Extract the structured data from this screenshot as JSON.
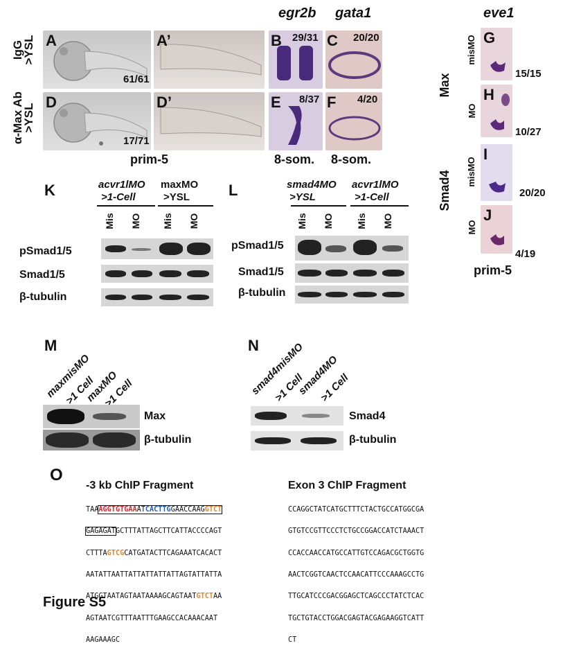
{
  "panels": {
    "A": {
      "label": "A",
      "ratio": "61/61"
    },
    "A2": {
      "label": "A’"
    },
    "B": {
      "label": "B",
      "ratio": "29/31"
    },
    "C": {
      "label": "C",
      "ratio": "20/20"
    },
    "D": {
      "label": "D",
      "ratio": "17/71"
    },
    "D2": {
      "label": "D’"
    },
    "E": {
      "label": "E",
      "ratio": "8/37"
    },
    "F": {
      "label": "F",
      "ratio": "4/20"
    },
    "G": {
      "label": "G",
      "ratio": "15/15"
    },
    "H": {
      "label": "H",
      "ratio": "10/27"
    },
    "I": {
      "label": "I",
      "ratio": "20/20"
    },
    "J": {
      "label": "J",
      "ratio": "4/19"
    }
  },
  "row_labels": {
    "igg": "IgG",
    "ysl1": ">YSL",
    "amax": "α-Max Ab",
    "ysl2": ">YSL",
    "max": "Max",
    "smad4": "Smad4",
    "mismo_g": "misMO",
    "mo_h": "MO",
    "mismo_i": "misMO",
    "mo_j": "MO"
  },
  "col_labels": {
    "egr2b": "egr2b",
    "gata1": "gata1",
    "eve1": "eve1"
  },
  "stages": {
    "prim5_left": "prim-5",
    "som_b": "8-som.",
    "som_c": "8-som.",
    "prim5_right": "prim-5"
  },
  "blot_K": {
    "label": "K",
    "group1_line1": "acvr1lMO",
    "group1_line2": ">1-Cell",
    "group2_line1": "maxMO",
    "group2_line2": ">YSL",
    "lanes": [
      "Mis",
      "MO",
      "Mis",
      "MO"
    ],
    "rows": [
      "pSmad1/5",
      "Smad1/5",
      "β-tubulin"
    ]
  },
  "blot_L": {
    "label": "L",
    "group1_line1": "smad4MO",
    "group1_line2": ">YSL",
    "group2_line1": "acvr1lMO",
    "group2_line2": ">1-Cell",
    "lanes": [
      "Mis",
      "MO",
      "Mis",
      "MO"
    ],
    "rows": [
      "pSmad1/5",
      "Smad1/5",
      "β-tubulin"
    ]
  },
  "blot_M": {
    "label": "M",
    "lane1_line1": "maxmisMO",
    "lane1_line2": ">1 Cell",
    "lane2_line1": "maxMO",
    "lane2_line2": ">1 Cell",
    "rows": [
      "Max",
      "β-tubulin"
    ]
  },
  "blot_N": {
    "label": "N",
    "lane1_line1": "smad4misMO",
    "lane1_line2": ">1 Cell",
    "lane2_line1": "smad4MO",
    "lane2_line2": ">1 Cell",
    "rows": [
      "Smad4",
      "β-tubulin"
    ]
  },
  "panel_O": {
    "label": "O",
    "left_title": "-3 kb ChIP Fragment",
    "right_title": "Exon 3 ChIP Fragment",
    "left_seq": {
      "l1_a": "TAA",
      "l1_b": "AGGTGTGAA",
      "l1_c": "AT",
      "l1_d": "CACTTG",
      "l1_e": "GAACCAAG",
      "l1_f": "GTCT",
      "l2_a": "GAGAGAT",
      "l2_b": "GCTTTATTAGCTTCATTACCCCAGT",
      "l3_a": "CTTTA",
      "l3_b": "GTCG",
      "l3_c": "CATGATACTTCAGAAATCACACT",
      "l4": "AATATTAATTATTATTATTATTAGTATTATTA",
      "l5_a": "ATGGTAATAGTAATAAAAGCAGTAAT",
      "l5_b": "GTCT",
      "l5_c": "AA",
      "l6": "AGTAATCGTTTAATTTGAAGCCACAAACAAT",
      "l7": "AAGAAAGC"
    },
    "right_seq": [
      "CCAGGCTATCATGCTTTCTACTGCCATGGCGA",
      "GTGTCCGTTCCCTCTGCCGGACCATCTAAACT",
      "CCACCAACCATGCCATTGTCCAGACGCTGGTG",
      "AACTCGGTCAACTCCAACATTCCCAAAGCCTG",
      "TTGCATCCCGACGGAGCTCAGCCCTATCTCAC",
      "TGCTGTACCTGGACGAGTACGAGAAGGTCATT",
      "CT"
    ]
  },
  "figure_label": "Figure S5",
  "colors": {
    "embryo_bg": "#cfcfcf",
    "stain": "#4a2a7a",
    "ish_bg": "#ddc8c8",
    "seq_red": "#e0282a",
    "seq_blue": "#2060c0",
    "seq_orange": "#e8842a"
  }
}
